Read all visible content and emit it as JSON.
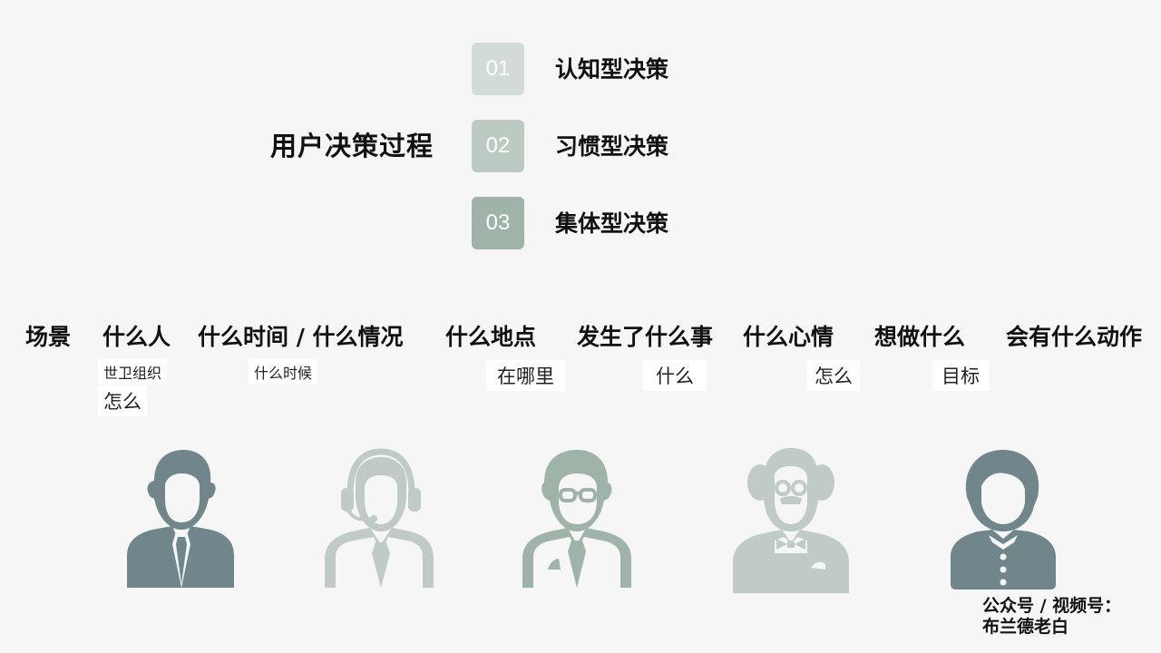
{
  "process": {
    "title": "用户决策过程",
    "steps": [
      {
        "num": "01",
        "label": "认知型决策",
        "color": "#d3dbd6"
      },
      {
        "num": "02",
        "label": "习惯型决策",
        "color": "#bccbc2"
      },
      {
        "num": "03",
        "label": "集体型决策",
        "color": "#9fb3a8"
      }
    ]
  },
  "scene": {
    "label": "场景",
    "items": [
      "什么人",
      "什么时间 / 什么情况",
      "什么地点",
      "发生了什么事",
      "什么心情",
      "想做什么",
      "会有什么动作"
    ],
    "subs": [
      "世卫组织",
      "怎么",
      "什么时候",
      "在哪里",
      "什么",
      "怎么",
      "目标"
    ]
  },
  "colors": {
    "dark": "#71868a",
    "light": "#bfcbc4",
    "mid": "#9fb3a8"
  },
  "credit": {
    "line1": "公众号 / 视频号：",
    "line2": "布兰德老白"
  }
}
